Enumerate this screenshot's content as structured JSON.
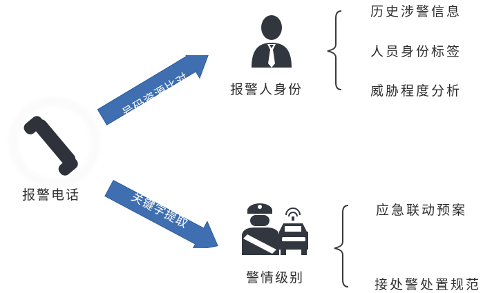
{
  "source": {
    "label": "报警电话",
    "icon": "phone-icon"
  },
  "arrows": [
    {
      "label": "号码资源比对"
    },
    {
      "label": "关键字提取"
    }
  ],
  "identity": {
    "label": "报警人身份",
    "icon": "person-icon",
    "items": [
      "历史涉警信息",
      "人员身份标签",
      "威胁程度分析"
    ]
  },
  "level": {
    "label": "警情级别",
    "icon": "police-car-icon",
    "items": [
      "应急联动预案",
      "接处警处置规范"
    ]
  },
  "colors": {
    "arrow_fill": "#3f6fb0",
    "arrow_edge": "#2c5b9b",
    "icon": "#32363f",
    "bracket": "#3a3a3a"
  }
}
